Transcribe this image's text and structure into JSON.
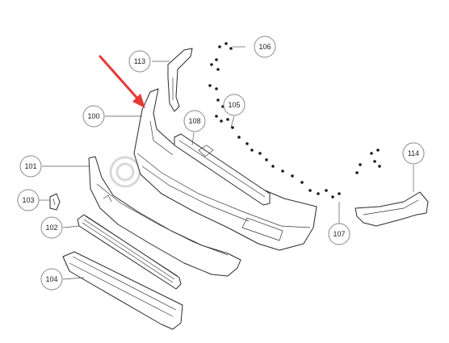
{
  "diagram": {
    "callouts": [
      {
        "id": "c100",
        "label": "100"
      },
      {
        "id": "c101",
        "label": "101"
      },
      {
        "id": "c102",
        "label": "102"
      },
      {
        "id": "c103",
        "label": "103"
      },
      {
        "id": "c104",
        "label": "104"
      },
      {
        "id": "c105",
        "label": "105"
      },
      {
        "id": "c106",
        "label": "106"
      },
      {
        "id": "c107",
        "label": "107"
      },
      {
        "id": "c108",
        "label": "108"
      },
      {
        "id": "c113",
        "label": "113"
      },
      {
        "id": "c114",
        "label": "114"
      }
    ],
    "highlight_color": "#e53935",
    "line_color": "#2a2a2a",
    "callout_border_color": "#8a8a8a"
  }
}
